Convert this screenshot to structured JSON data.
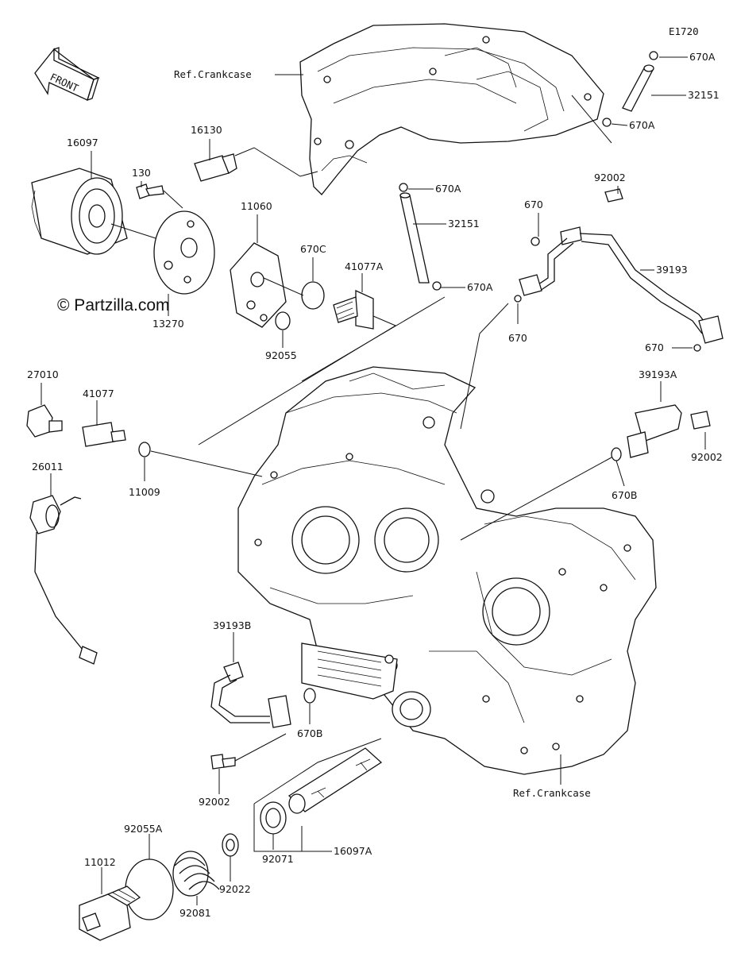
{
  "diagram_code": "E1720",
  "watermark": "© Partzilla.com",
  "front_label": "FRONT",
  "ref_labels": {
    "crankcase_top": "Ref.Crankcase",
    "crankcase_bottom": "Ref.Crankcase"
  },
  "parts": {
    "p670A_1": "670A",
    "p32151_1": "32151",
    "p670A_2": "670A",
    "p16130": "16130",
    "p16097": "16097",
    "p130": "130",
    "p11060": "11060",
    "p670A_3": "670A",
    "p32151_2": "32151",
    "p670A_4": "670A",
    "p92002_1": "92002",
    "p670_1": "670",
    "p39193": "39193",
    "p670C": "670C",
    "p41077A": "41077A",
    "p13270": "13270",
    "p92055": "92055",
    "p670_2": "670",
    "p670_3": "670",
    "p27010": "27010",
    "p41077": "41077",
    "p11009": "11009",
    "p39193A": "39193A",
    "p92002_2": "92002",
    "p670B_1": "670B",
    "p26011": "26011",
    "p39193B": "39193B",
    "p670B_2": "670B",
    "p92002_3": "92002",
    "p92055A": "92055A",
    "p11012": "11012",
    "p92081": "92081",
    "p92022": "92022",
    "p92071": "92071",
    "p16097A": "16097A"
  }
}
